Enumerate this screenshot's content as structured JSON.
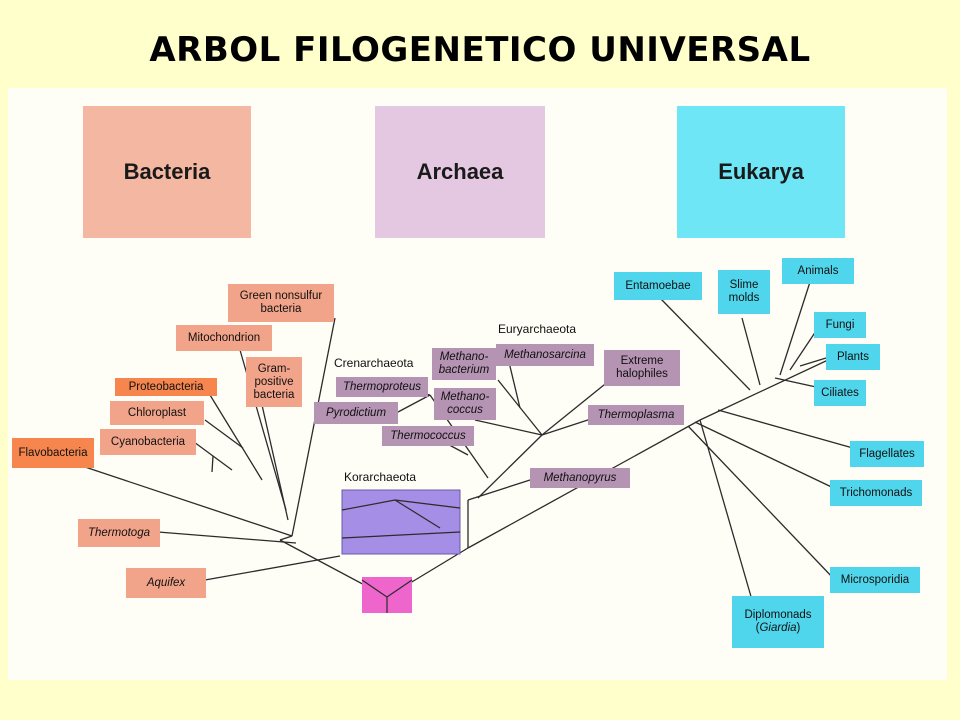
{
  "title": "ARBOL FILOGENETICO UNIVERSAL",
  "domains": {
    "bacteria": "Bacteria",
    "archaea": "Archaea",
    "eukarya": "Eukarya"
  },
  "bacteria": {
    "green_nonsulfur": "Green nonsulfur bacteria",
    "mitochondrion": "Mitochondrion",
    "gram_positive": "Gram-positive bacteria",
    "proteobacteria": "Proteobacteria",
    "chloroplast": "Chloroplast",
    "cyanobacteria": "Cyanobacteria",
    "flavobacteria": "Flavobacteria",
    "thermotoga": "Thermotoga",
    "aquifex": "Aquifex"
  },
  "archaea": {
    "euryarchaeota": "Euryarchaeota",
    "crenarchaeota": "Crenarchaeota",
    "korarchaeota": "Korarchaeota",
    "methanobacterium": "Methano-bacterium",
    "methanosarcina": "Methanosarcina",
    "extreme_halophiles": "Extreme halophiles",
    "thermoproteus": "Thermoproteus",
    "pyrodictium": "Pyrodictium",
    "methanococcus": "Methano-coccus",
    "thermococcus": "Thermococcus",
    "thermoplasma": "Thermoplasma",
    "methanopyrus": "Methanopyrus"
  },
  "eukarya": {
    "entamoebae": "Entamoebae",
    "slime_molds": "Slime molds",
    "animals": "Animals",
    "fungi": "Fungi",
    "plants": "Plants",
    "ciliates": "Ciliates",
    "flagellates": "Flagellates",
    "trichomonads": "Trichomonads",
    "microsporidia": "Microsporidia",
    "diplomonads": "Diplomonads",
    "giardia": "Giardia"
  },
  "colors": {
    "bacteria": "#f2a48a",
    "archaea": "#b493b3",
    "eukarya": "#4fd6ec",
    "root": "#ee66cc",
    "korarchaeota_box": "#a58ee6"
  }
}
